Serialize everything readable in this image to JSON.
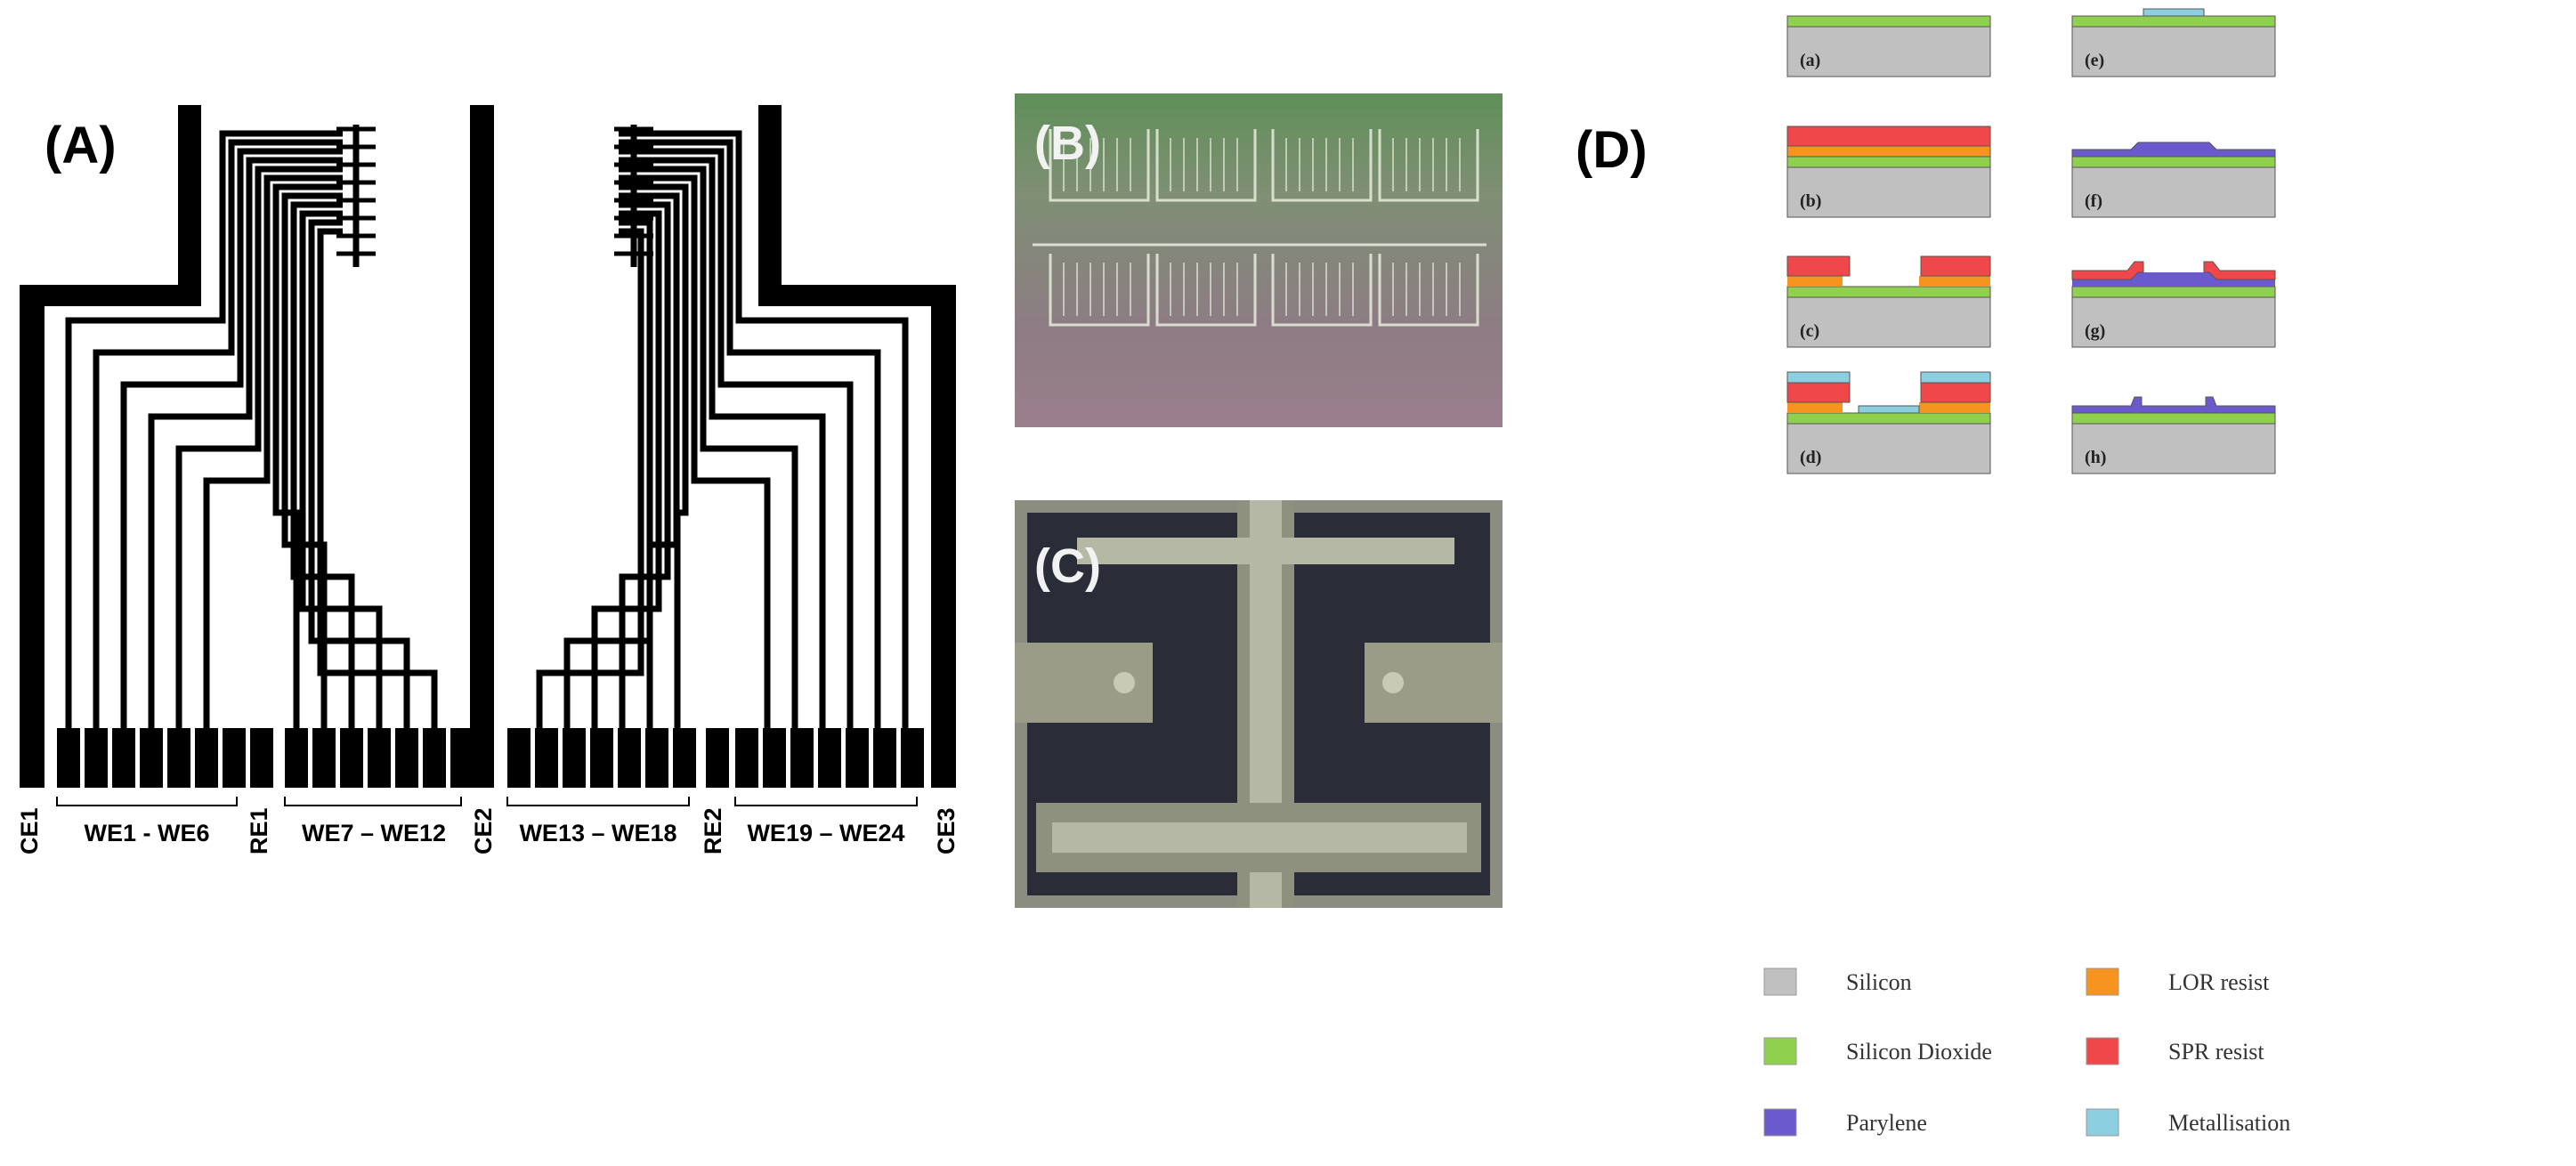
{
  "panels": {
    "a": {
      "label": "(A)"
    },
    "b": {
      "label": "(B)"
    },
    "c": {
      "label": "(C)"
    },
    "d": {
      "label": "(D)"
    }
  },
  "pin_labels": {
    "ce1": "CE1",
    "we_1_6": "WE1 - WE6",
    "re1": "RE1",
    "we_7_12": "WE7 – WE12",
    "ce2": "CE2",
    "we_13_18": "WE13 – WE18",
    "re2": "RE2",
    "we_19_24": "WE19 – WE24",
    "ce3": "CE3"
  },
  "process_steps": [
    "(a)",
    "(b)",
    "(c)",
    "(d)",
    "(e)",
    "(f)",
    "(g)",
    "(h)"
  ],
  "legend": [
    {
      "label": "Silicon",
      "color": "#c0c0c0"
    },
    {
      "label": "LOR resist",
      "color": "#f79420"
    },
    {
      "label": "Silicon Dioxide",
      "color": "#8fd14f"
    },
    {
      "label": "SPR resist",
      "color": "#f0474a"
    },
    {
      "label": "Parylene",
      "color": "#6a5acd"
    },
    {
      "label": "Metallisation",
      "color": "#8ccfe0"
    }
  ]
}
